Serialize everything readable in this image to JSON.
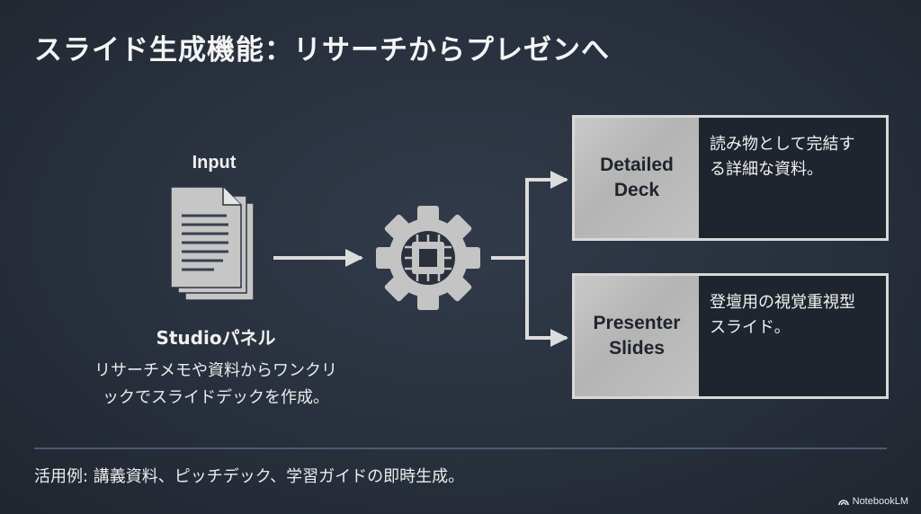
{
  "title": "スライド生成機能：リサーチからプレゼンへ",
  "input": {
    "label": "Input",
    "heading": "Studioパネル",
    "description_lines": [
      "リサーチメモや資料からワンクリ",
      "ックでスライドデックを作成。"
    ]
  },
  "outputs": [
    {
      "name_lines": [
        "Detailed",
        "Deck"
      ],
      "description_lines": [
        "読み物として完結す",
        "る詳細な資料。"
      ]
    },
    {
      "name_lines": [
        "Presenter",
        "Slides"
      ],
      "description_lines": [
        "登壇用の視覚重視型",
        "スライド。"
      ]
    }
  ],
  "footer": "活用例: 講義資料、ピッチデック、学習ガイドの即時生成。",
  "brand": "NotebookLM",
  "icons": {
    "input": "documents-icon",
    "process": "gear-chip-icon",
    "brand": "notebooklm-logo-icon"
  },
  "colors": {
    "background": "#28303d",
    "accent_light": "#d8d8d8",
    "divider": "#4a5a72"
  }
}
